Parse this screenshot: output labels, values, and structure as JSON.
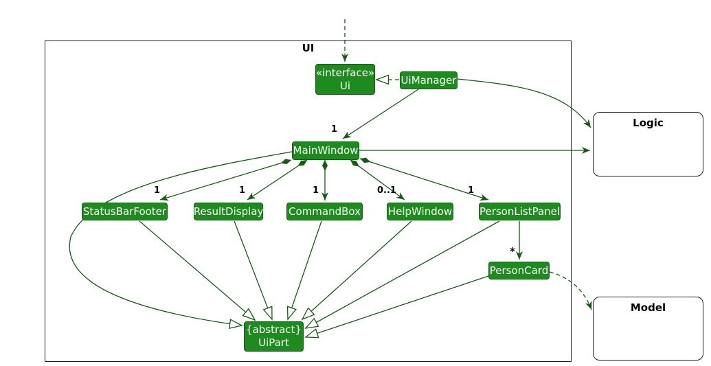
{
  "diagram": {
    "frame_label": "UI",
    "nodes": {
      "ui_interface": {
        "stereotype": "«interface»",
        "name": "Ui"
      },
      "ui_manager": {
        "name": "UiManager"
      },
      "main_window": {
        "name": "MainWindow"
      },
      "status_bar_footer": {
        "name": "StatusBarFooter"
      },
      "result_display": {
        "name": "ResultDisplay"
      },
      "command_box": {
        "name": "CommandBox"
      },
      "help_window": {
        "name": "HelpWindow"
      },
      "person_list_panel": {
        "name": "PersonListPanel"
      },
      "person_card": {
        "name": "PersonCard"
      },
      "ui_part": {
        "modifier": "{abstract}",
        "name": "UiPart"
      },
      "logic": {
        "name": "Logic"
      },
      "model": {
        "name": "Model"
      }
    },
    "multiplicities": {
      "main_window": "1",
      "status_bar_footer": "1",
      "result_display": "1",
      "command_box": "1",
      "help_window": "0..1",
      "person_list_panel": "1",
      "person_card": "*"
    },
    "colors": {
      "node_fill": "#1e8b1e",
      "node_border": "#0d5f0d",
      "node_text": "#ffffff",
      "edge": "#185818",
      "frame_border": "#1b1b1b",
      "label_text": "#000000",
      "background": "#ffffff"
    }
  }
}
